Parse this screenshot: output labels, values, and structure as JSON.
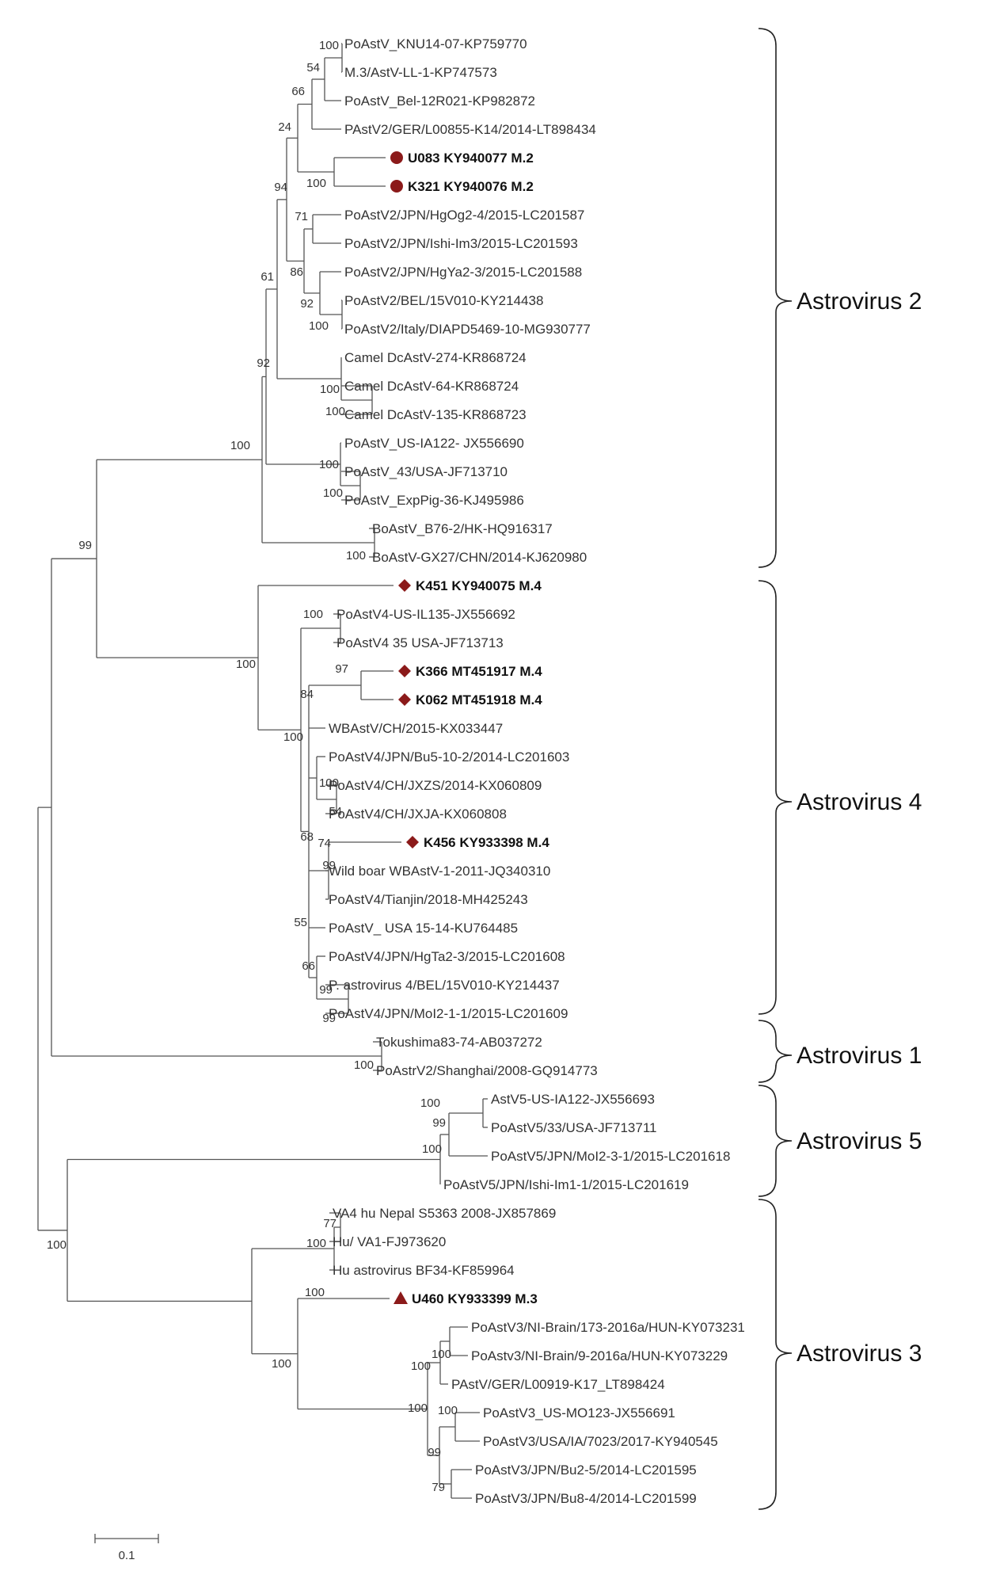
{
  "colors": {
    "marker": "#8b1a1a",
    "branch": "#555555",
    "text": "#333333"
  },
  "leaves": [
    {
      "label": "PoAstV_KNU14-07-KP759770",
      "bold": false
    },
    {
      "label": "M.3/AstV-LL-1-KP747573",
      "bold": false
    },
    {
      "label": "PoAstV_Bel-12R021-KP982872",
      "bold": false
    },
    {
      "label": "PAstV2/GER/L00855-K14/2014-LT898434",
      "bold": false
    },
    {
      "label": "U083 KY940077 M.2",
      "bold": true,
      "marker": "circle"
    },
    {
      "label": "K321 KY940076 M.2",
      "bold": true,
      "marker": "circle"
    },
    {
      "label": "PoAstV2/JPN/HgOg2-4/2015-LC201587",
      "bold": false
    },
    {
      "label": "PoAstV2/JPN/Ishi-Im3/2015-LC201593",
      "bold": false
    },
    {
      "label": "PoAstV2/JPN/HgYa2-3/2015-LC201588",
      "bold": false
    },
    {
      "label": "PoAstV2/BEL/15V010-KY214438",
      "bold": false
    },
    {
      "label": "PoAstV2/Italy/DIAPD5469-10-MG930777",
      "bold": false
    },
    {
      "label": "Camel DcAstV-274-KR868724",
      "bold": false
    },
    {
      "label": "Camel DcAstV-64-KR868724",
      "bold": false
    },
    {
      "label": "Camel DcAstV-135-KR868723",
      "bold": false
    },
    {
      "label": "PoAstV_US-IA122- JX556690",
      "bold": false
    },
    {
      "label": "PoAstV_43/USA-JF713710",
      "bold": false
    },
    {
      "label": "PoAstV_ExpPig-36-KJ495986",
      "bold": false
    },
    {
      "label": "BoAstV_B76-2/HK-HQ916317",
      "bold": false
    },
    {
      "label": "BoAstV-GX27/CHN/2014-KJ620980",
      "bold": false
    },
    {
      "label": "K451 KY940075 M.4",
      "bold": true,
      "marker": "diamond"
    },
    {
      "label": "PoAstV4-US-IL135-JX556692",
      "bold": false
    },
    {
      "label": "PoAstV4 35 USA-JF713713",
      "bold": false
    },
    {
      "label": "K366 MT451917 M.4",
      "bold": true,
      "marker": "diamond"
    },
    {
      "label": "K062 MT451918 M.4",
      "bold": true,
      "marker": "diamond"
    },
    {
      "label": "WBAstV/CH/2015-KX033447",
      "bold": false
    },
    {
      "label": "PoAstV4/JPN/Bu5-10-2/2014-LC201603",
      "bold": false
    },
    {
      "label": "PoAstV4/CH/JXZS/2014-KX060809",
      "bold": false
    },
    {
      "label": "PoAstV4/CH/JXJA-KX060808",
      "bold": false
    },
    {
      "label": "K456 KY933398 M.4",
      "bold": true,
      "marker": "diamond"
    },
    {
      "label": "Wild boar WBAstV-1-2011-JQ340310",
      "bold": false
    },
    {
      "label": "PoAstV4/Tianjin/2018-MH425243",
      "bold": false
    },
    {
      "label": "PoAstV_ USA 15-14-KU764485",
      "bold": false
    },
    {
      "label": "PoAstV4/JPN/HgTa2-3/2015-LC201608",
      "bold": false
    },
    {
      "label": "P. astrovirus 4/BEL/15V010-KY214437",
      "bold": false
    },
    {
      "label": "PoAstV4/JPN/MoI2-1-1/2015-LC201609",
      "bold": false
    },
    {
      "label": "Tokushima83-74-AB037272",
      "bold": false
    },
    {
      "label": "PoAstrV2/Shanghai/2008-GQ914773",
      "bold": false
    },
    {
      "label": "AstV5-US-IA122-JX556693",
      "bold": false
    },
    {
      "label": "PoAstV5/33/USA-JF713711",
      "bold": false
    },
    {
      "label": "PoAstV5/JPN/MoI2-3-1/2015-LC201618",
      "bold": false
    },
    {
      "label": "PoAstV5/JPN/Ishi-Im1-1/2015-LC201619",
      "bold": false
    },
    {
      "label": "VA4 hu Nepal S5363 2008-JX857869",
      "bold": false
    },
    {
      "label": "Hu/ VA1-FJ973620",
      "bold": false
    },
    {
      "label": "Hu astrovirus BF34-KF859964",
      "bold": false
    },
    {
      "label": "U460 KY933399 M.3",
      "bold": true,
      "marker": "triangle"
    },
    {
      "label": "PoAstV3/NI-Brain/173-2016a/HUN-KY073231",
      "bold": false
    },
    {
      "label": "PoAstv3/NI-Brain/9-2016a/HUN-KY073229",
      "bold": false
    },
    {
      "label": "PAstV/GER/L00919-K17_LT898424",
      "bold": false
    },
    {
      "label": "PoAstV3_US-MO123-JX556691",
      "bold": false
    },
    {
      "label": "PoAstV3/USA/IA/7023/2017-KY940545",
      "bold": false
    },
    {
      "label": "PoAstV3/JPN/Bu2-5/2014-LC201595",
      "bold": false
    },
    {
      "label": "PoAstV3/JPN/Bu8-4/2014-LC201599",
      "bold": false
    }
  ],
  "bootstrap": [
    "100",
    "54",
    "66",
    "24",
    "100",
    "94",
    "71",
    "86",
    "92",
    "100",
    "61",
    "100",
    "100",
    "100",
    "100",
    "92",
    "100",
    "99",
    "100",
    "100",
    "100",
    "97",
    "84",
    "100",
    "100",
    "54",
    "74",
    "99",
    "68",
    "55",
    "66",
    "99",
    "99",
    "100",
    "100",
    "99",
    "100",
    "77",
    "100",
    "100",
    "100",
    "100",
    "100",
    "100",
    "100",
    "99",
    "79",
    "100"
  ],
  "clades": [
    "Astrovirus 2",
    "Astrovirus 4",
    "Astrovirus 1",
    "Astrovirus 5",
    "Astrovirus 3"
  ],
  "scale": {
    "label": "0.1"
  }
}
